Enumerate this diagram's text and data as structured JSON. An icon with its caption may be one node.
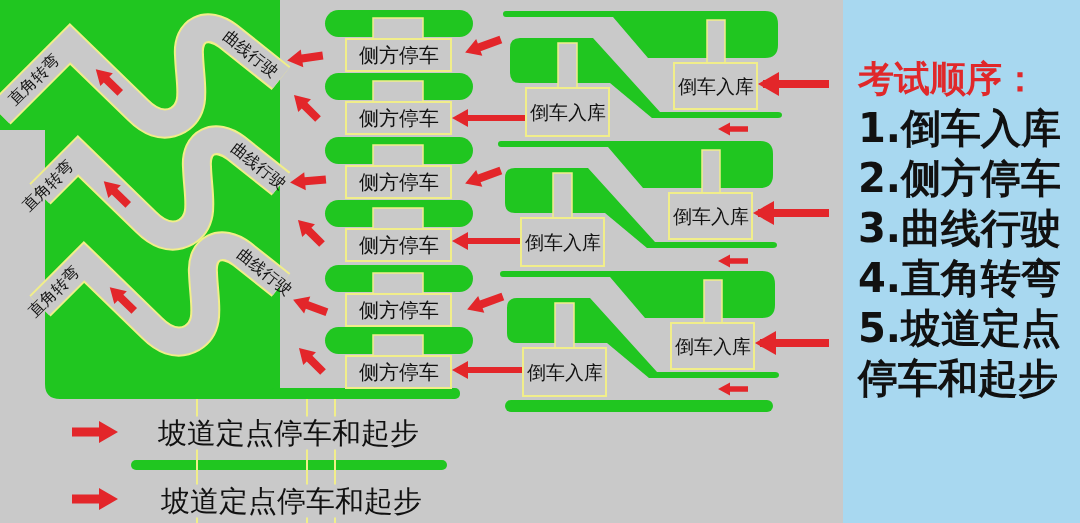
{
  "diagram": {
    "nodes": [
      {
        "text": [
          "侧方停车"
        ]
      },
      {
        "text": [
          "侧方停车"
        ]
      },
      {
        "text": [
          "侧方停车"
        ]
      },
      {
        "text": [
          "侧方停车"
        ]
      },
      {
        "text": [
          "侧方停车"
        ]
      },
      {
        "text": [
          "侧方停车"
        ]
      },
      {
        "text": [
          "倒车入库"
        ]
      },
      {
        "text": [
          "倒车入库"
        ]
      },
      {
        "text": [
          "倒车入库"
        ]
      },
      {
        "text": [
          "倒车入库"
        ]
      },
      {
        "text": [
          "倒车入库"
        ]
      },
      {
        "text": [
          "倒车入库"
        ]
      },
      {
        "text": [
          "考试顺序：",
          "1.倒车入库",
          "2.侧方停车",
          "3.曲线行驶",
          "4.直角转弯",
          "5.坡道定点停车和起步"
        ]
      }
    ],
    "edges": [
      {
        "from": 7,
        "to": 1,
        "arrow": "to"
      },
      {
        "from": 9,
        "to": 3,
        "arrow": "to"
      },
      {
        "from": 11,
        "to": 5,
        "arrow": "to"
      },
      {
        "from": null,
        "to": 6,
        "arrow": "to"
      },
      {
        "from": null,
        "to": 8,
        "arrow": "to"
      },
      {
        "from": null,
        "to": 10,
        "arrow": "to"
      }
    ],
    "labels": [
      "曲线行驶",
      "直角转弯",
      "曲线行驶",
      "直角转弯",
      "曲线行驶",
      "直角转弯",
      "坡道定点停车和起步",
      "坡道定点停车和起步"
    ]
  }
}
